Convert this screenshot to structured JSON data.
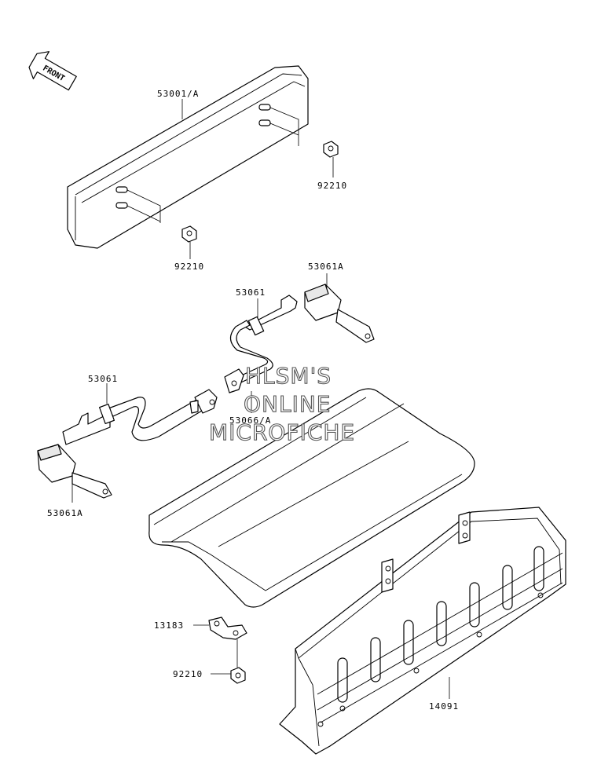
{
  "diagram": {
    "direction_marker": {
      "text": "FRONT",
      "icon": "front-arrow-icon"
    },
    "watermark": {
      "lines": [
        "HLSM'S",
        "ONLINE",
        "MICROFICHE"
      ]
    },
    "callouts": [
      {
        "part_no": "53001/A"
      },
      {
        "part_no": "92210"
      },
      {
        "part_no": "92210"
      },
      {
        "part_no": "53061A"
      },
      {
        "part_no": "53061"
      },
      {
        "part_no": "53061"
      },
      {
        "part_no": "53066/A"
      },
      {
        "part_no": "53061A"
      },
      {
        "part_no": "13183"
      },
      {
        "part_no": "92210"
      },
      {
        "part_no": "14091"
      }
    ]
  }
}
